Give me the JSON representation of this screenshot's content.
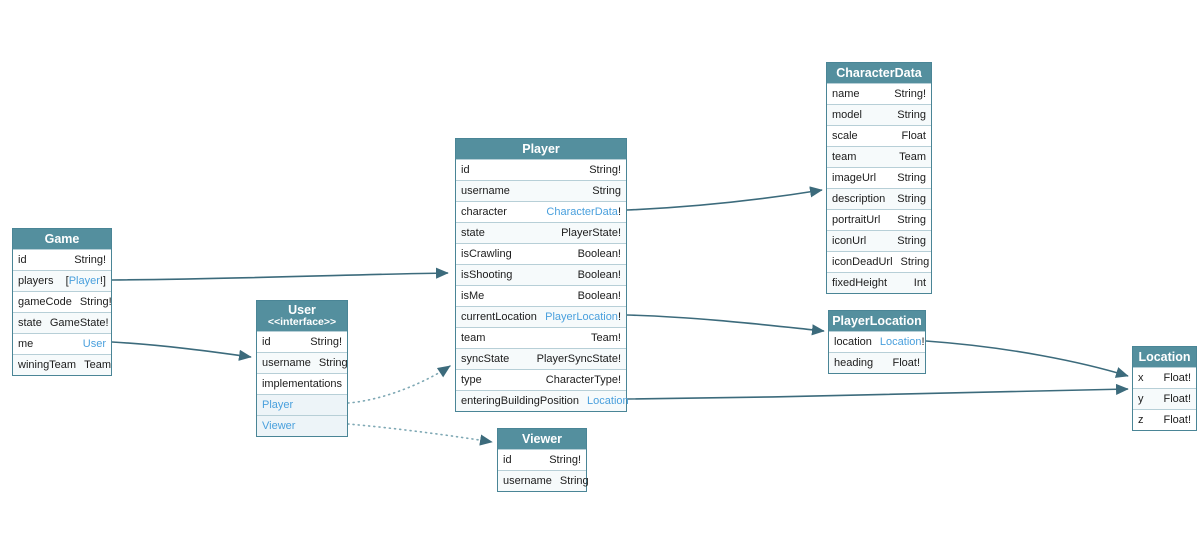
{
  "colors": {
    "header_teal": "#548f9e",
    "table_border": "#4a8596",
    "row_separator": "#b7cfd7",
    "type_link_blue": "#4aa0dd",
    "edge_solid": "#3c6b7c",
    "edge_dotted": "#7ea8b4",
    "implementation_row_bg": "#edf4f8"
  },
  "tables": {
    "game": {
      "title": "Game",
      "fields": [
        {
          "name": "id",
          "pre": "",
          "link": "",
          "post": "String!"
        },
        {
          "name": "players",
          "pre": "[",
          "link": "Player",
          "post": "!]"
        },
        {
          "name": "gameCode",
          "pre": "",
          "link": "",
          "post": "String!"
        },
        {
          "name": "state",
          "pre": "",
          "link": "",
          "post": "GameState!"
        },
        {
          "name": "me",
          "pre": "",
          "link": "User",
          "post": ""
        },
        {
          "name": "winingTeam",
          "pre": "",
          "link": "",
          "post": "Team"
        }
      ]
    },
    "user": {
      "title": "User",
      "stereotype": "<<interface>>",
      "fields": [
        {
          "name": "id",
          "pre": "",
          "link": "",
          "post": "String!"
        },
        {
          "name": "username",
          "pre": "",
          "link": "",
          "post": "String"
        }
      ],
      "implementations_label": "implementations",
      "implementations": [
        {
          "label": "Player"
        },
        {
          "label": "Viewer"
        }
      ]
    },
    "player": {
      "title": "Player",
      "fields": [
        {
          "name": "id",
          "pre": "",
          "link": "",
          "post": "String!"
        },
        {
          "name": "username",
          "pre": "",
          "link": "",
          "post": "String"
        },
        {
          "name": "character",
          "pre": "",
          "link": "CharacterData",
          "post": "!"
        },
        {
          "name": "state",
          "pre": "",
          "link": "",
          "post": "PlayerState!"
        },
        {
          "name": "isCrawling",
          "pre": "",
          "link": "",
          "post": "Boolean!"
        },
        {
          "name": "isShooting",
          "pre": "",
          "link": "",
          "post": "Boolean!"
        },
        {
          "name": "isMe",
          "pre": "",
          "link": "",
          "post": "Boolean!"
        },
        {
          "name": "currentLocation",
          "pre": "",
          "link": "PlayerLocation",
          "post": "!"
        },
        {
          "name": "team",
          "pre": "",
          "link": "",
          "post": "Team!"
        },
        {
          "name": "syncState",
          "pre": "",
          "link": "",
          "post": "PlayerSyncState!"
        },
        {
          "name": "type",
          "pre": "",
          "link": "",
          "post": "CharacterType!"
        },
        {
          "name": "enteringBuildingPosition",
          "pre": "",
          "link": "Location",
          "post": ""
        }
      ]
    },
    "viewer": {
      "title": "Viewer",
      "fields": [
        {
          "name": "id",
          "pre": "",
          "link": "",
          "post": "String!"
        },
        {
          "name": "username",
          "pre": "",
          "link": "",
          "post": "String"
        }
      ]
    },
    "characterData": {
      "title": "CharacterData",
      "fields": [
        {
          "name": "name",
          "pre": "",
          "link": "",
          "post": "String!"
        },
        {
          "name": "model",
          "pre": "",
          "link": "",
          "post": "String"
        },
        {
          "name": "scale",
          "pre": "",
          "link": "",
          "post": "Float"
        },
        {
          "name": "team",
          "pre": "",
          "link": "",
          "post": "Team"
        },
        {
          "name": "imageUrl",
          "pre": "",
          "link": "",
          "post": "String"
        },
        {
          "name": "description",
          "pre": "",
          "link": "",
          "post": "String"
        },
        {
          "name": "portraitUrl",
          "pre": "",
          "link": "",
          "post": "String"
        },
        {
          "name": "iconUrl",
          "pre": "",
          "link": "",
          "post": "String"
        },
        {
          "name": "iconDeadUrl",
          "pre": "",
          "link": "",
          "post": "String"
        },
        {
          "name": "fixedHeight",
          "pre": "",
          "link": "",
          "post": "Int"
        }
      ]
    },
    "playerLocation": {
      "title": "PlayerLocation",
      "fields": [
        {
          "name": "location",
          "pre": "",
          "link": "Location",
          "post": "!"
        },
        {
          "name": "heading",
          "pre": "",
          "link": "",
          "post": "Float!"
        }
      ]
    },
    "location": {
      "title": "Location",
      "fields": [
        {
          "name": "x",
          "pre": "",
          "link": "",
          "post": "Float!"
        },
        {
          "name": "y",
          "pre": "",
          "link": "",
          "post": "Float!"
        },
        {
          "name": "z",
          "pre": "",
          "link": "",
          "post": "Float!"
        }
      ]
    }
  },
  "edges": [
    {
      "from": "Game.players",
      "to": "Player",
      "style": "solid"
    },
    {
      "from": "Game.me",
      "to": "User",
      "style": "solid"
    },
    {
      "from": "Player.character",
      "to": "CharacterData",
      "style": "solid"
    },
    {
      "from": "Player.currentLocation",
      "to": "PlayerLocation",
      "style": "solid"
    },
    {
      "from": "Player.enteringBuildingPosition",
      "to": "Location",
      "style": "solid"
    },
    {
      "from": "PlayerLocation.location",
      "to": "Location",
      "style": "solid"
    },
    {
      "from": "User.Player",
      "to": "Player",
      "style": "dotted"
    },
    {
      "from": "User.Viewer",
      "to": "Viewer",
      "style": "dotted"
    }
  ]
}
